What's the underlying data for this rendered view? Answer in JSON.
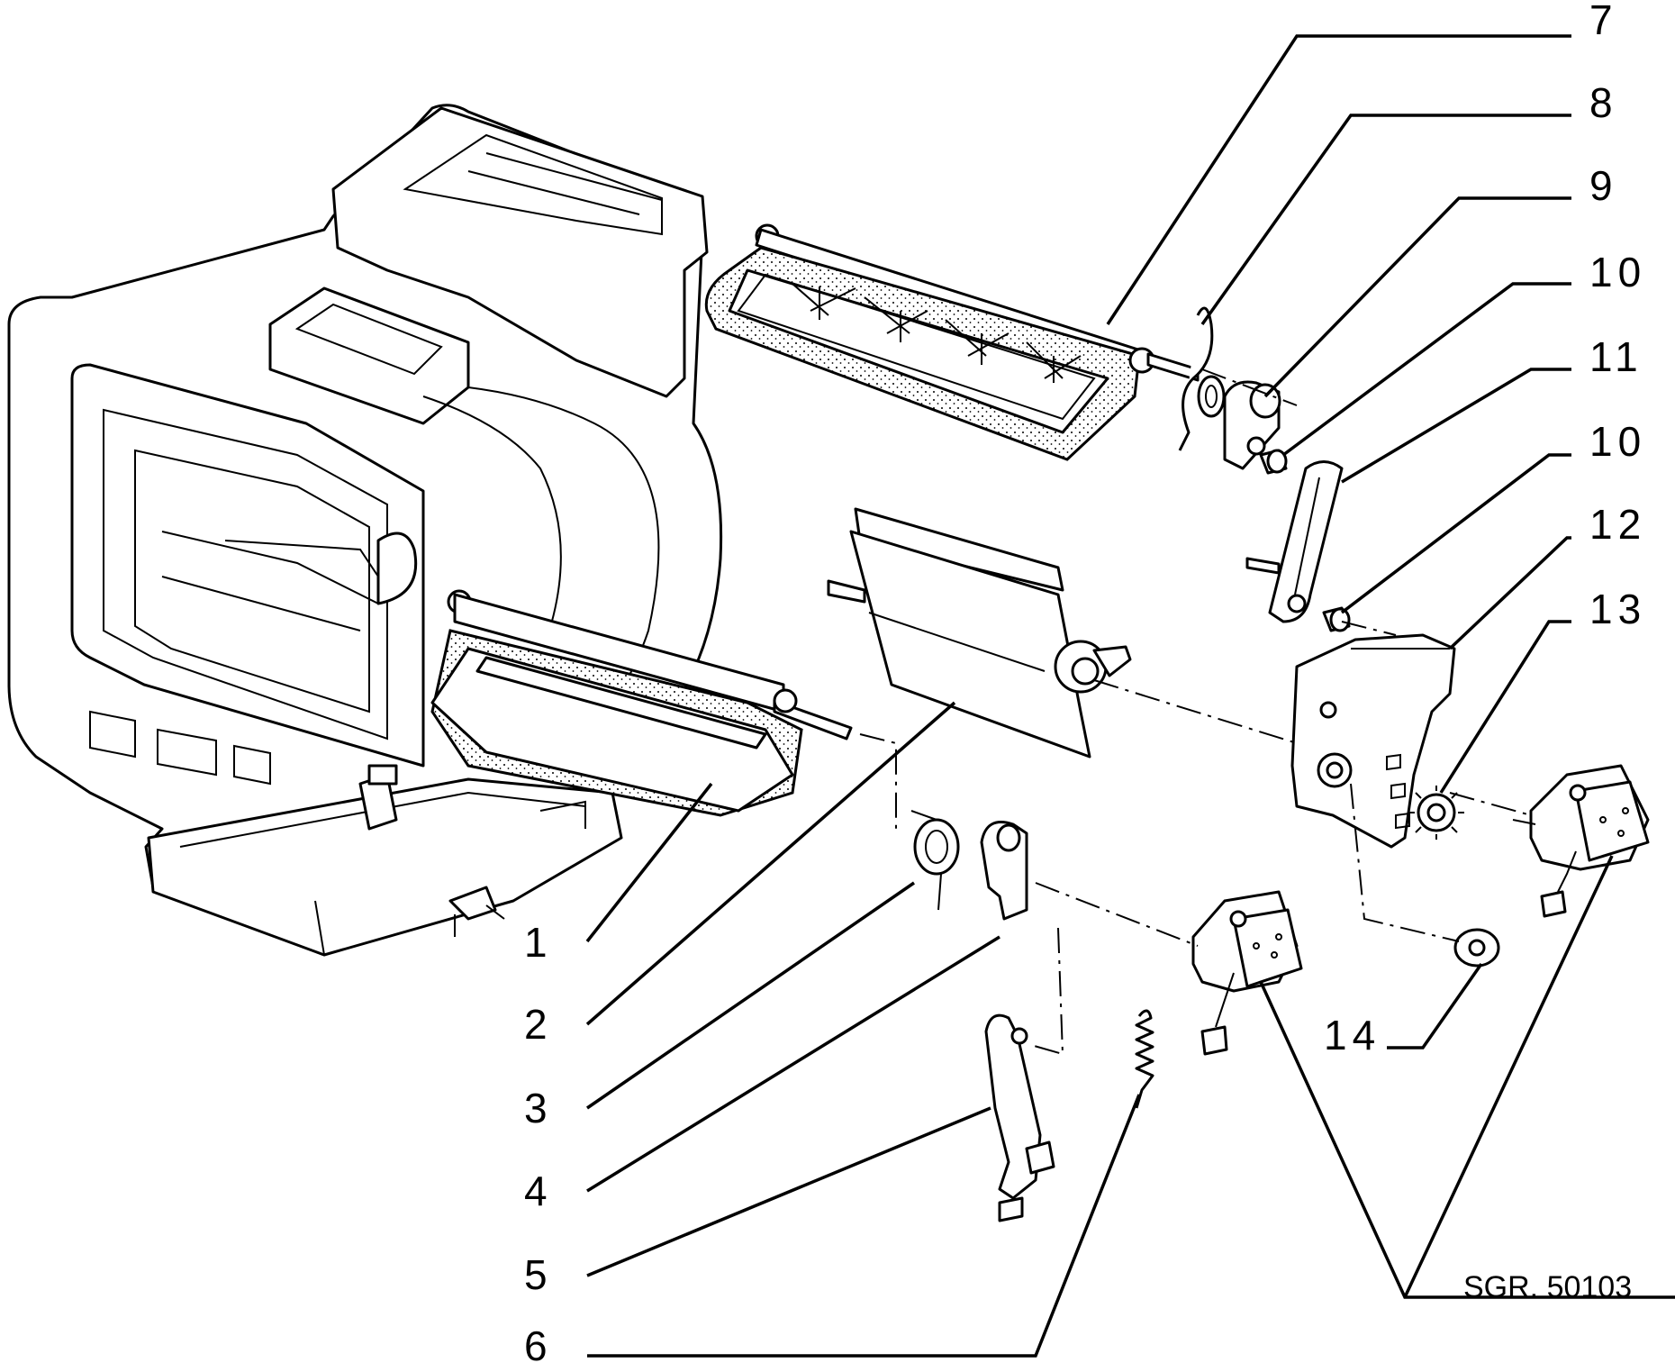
{
  "callouts": [
    {
      "id": "1",
      "label": "1"
    },
    {
      "id": "2",
      "label": "2"
    },
    {
      "id": "3",
      "label": "3"
    },
    {
      "id": "4",
      "label": "4"
    },
    {
      "id": "5",
      "label": "5"
    },
    {
      "id": "6",
      "label": "6"
    },
    {
      "id": "7",
      "label": "7"
    },
    {
      "id": "8",
      "label": "8"
    },
    {
      "id": "9",
      "label": "9"
    },
    {
      "id": "10a",
      "label": "10"
    },
    {
      "id": "11",
      "label": "11"
    },
    {
      "id": "10b",
      "label": "10"
    },
    {
      "id": "12",
      "label": "12"
    },
    {
      "id": "13",
      "label": "13"
    },
    {
      "id": "14",
      "label": "14"
    }
  ],
  "reference": "SGR. 50103"
}
